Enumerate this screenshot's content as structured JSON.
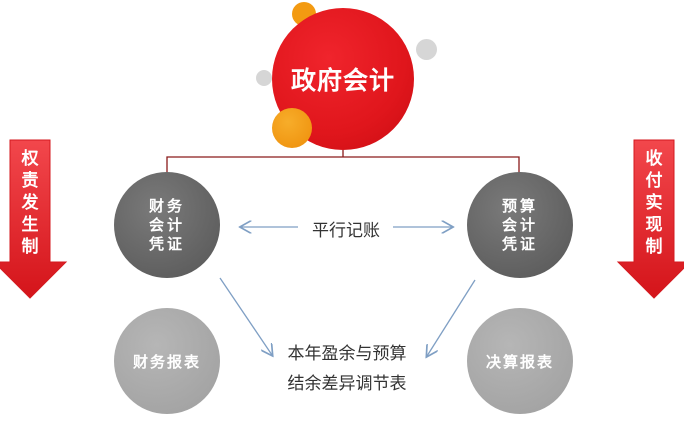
{
  "diagram": {
    "main": {
      "label": "政府会计"
    },
    "left_top": {
      "lines": [
        "财务",
        "会计",
        "凭证"
      ]
    },
    "right_top": {
      "lines": [
        "预算",
        "会计",
        "凭证"
      ]
    },
    "left_bottom": {
      "label": "财务报表"
    },
    "right_bottom": {
      "label": "决算报表"
    },
    "middle_link": {
      "label": "平行记账"
    },
    "center_note": {
      "lines": [
        "本年盈余与预算",
        "结余差异调节表"
      ]
    },
    "left_arrow": {
      "chars": [
        "权",
        "责",
        "发",
        "生",
        "制"
      ]
    },
    "right_arrow": {
      "chars": [
        "收",
        "付",
        "实",
        "现",
        "制"
      ]
    },
    "colors": {
      "red": "#e0161c",
      "orange": "#f39a11",
      "dark_gray": "#666666",
      "light_gray": "#a8a8a8",
      "connector": "#8a1a1a",
      "arrow_blue": "#7f9fc4"
    }
  }
}
